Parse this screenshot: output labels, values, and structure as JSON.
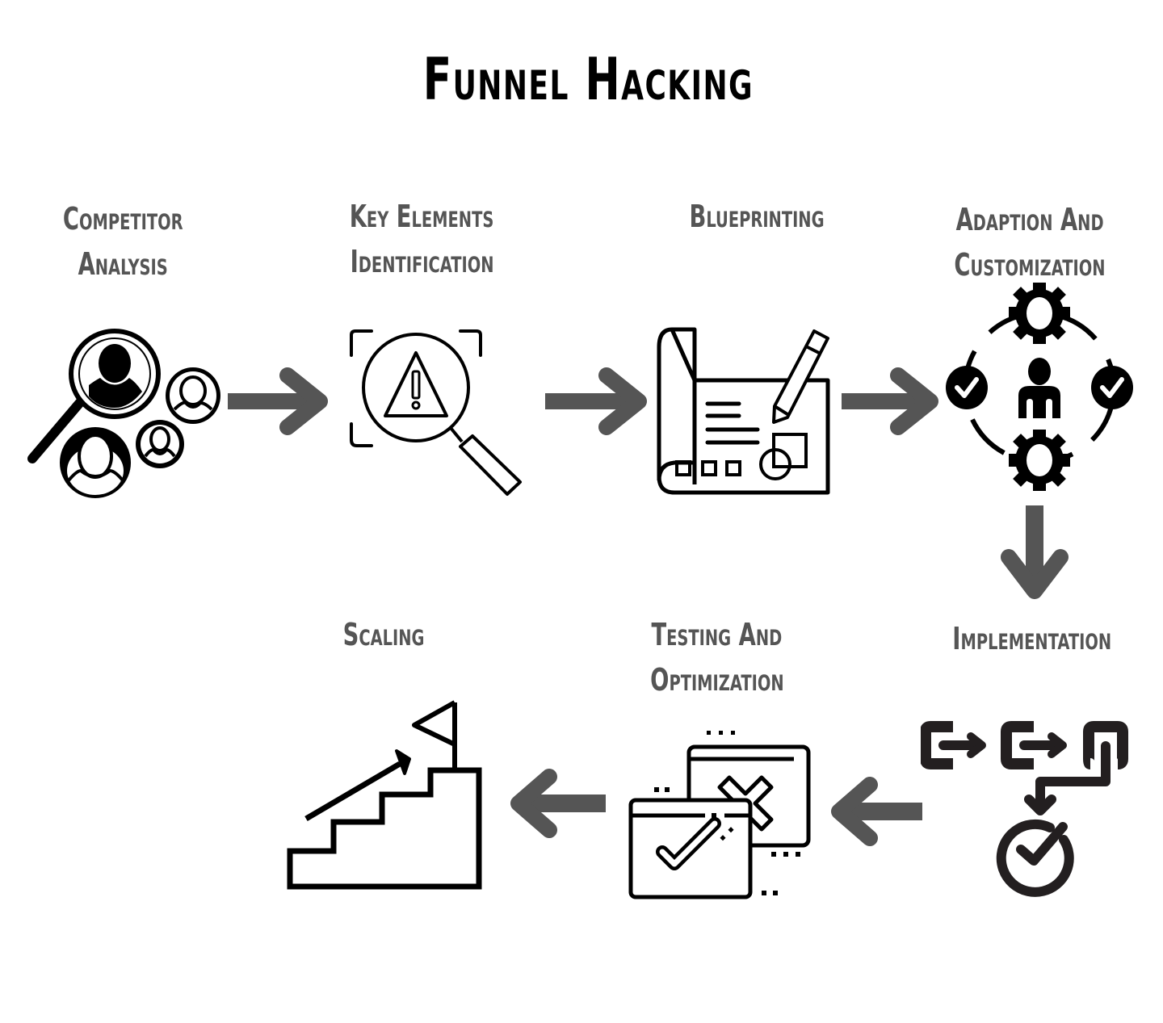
{
  "title": "Funnel Hacking",
  "colors": {
    "title": "#000000",
    "label": "#555555",
    "arrow": "#555555",
    "icon": "#000000"
  },
  "steps": [
    {
      "id": 1,
      "line1": "Competitor",
      "line2": "Analysis",
      "icon": "magnifier-users-icon"
    },
    {
      "id": 2,
      "line1": "Key Elements",
      "line2": "Identification",
      "icon": "magnifier-warning-icon"
    },
    {
      "id": 3,
      "line1": "Blueprinting",
      "line2": "",
      "icon": "blueprint-pencil-icon"
    },
    {
      "id": 4,
      "line1": "Adaption And",
      "line2": "Customization",
      "icon": "person-gears-cycle-icon"
    },
    {
      "id": 5,
      "line1": "Implementation",
      "line2": "",
      "icon": "process-flow-check-icon"
    },
    {
      "id": 6,
      "line1": "Testing And",
      "line2": "Optimization",
      "icon": "windows-check-cross-icon"
    },
    {
      "id": 7,
      "line1": "Scaling",
      "line2": "",
      "icon": "stairs-flag-icon"
    }
  ],
  "flow": [
    "right",
    "right",
    "right",
    "down",
    "left",
    "left"
  ]
}
